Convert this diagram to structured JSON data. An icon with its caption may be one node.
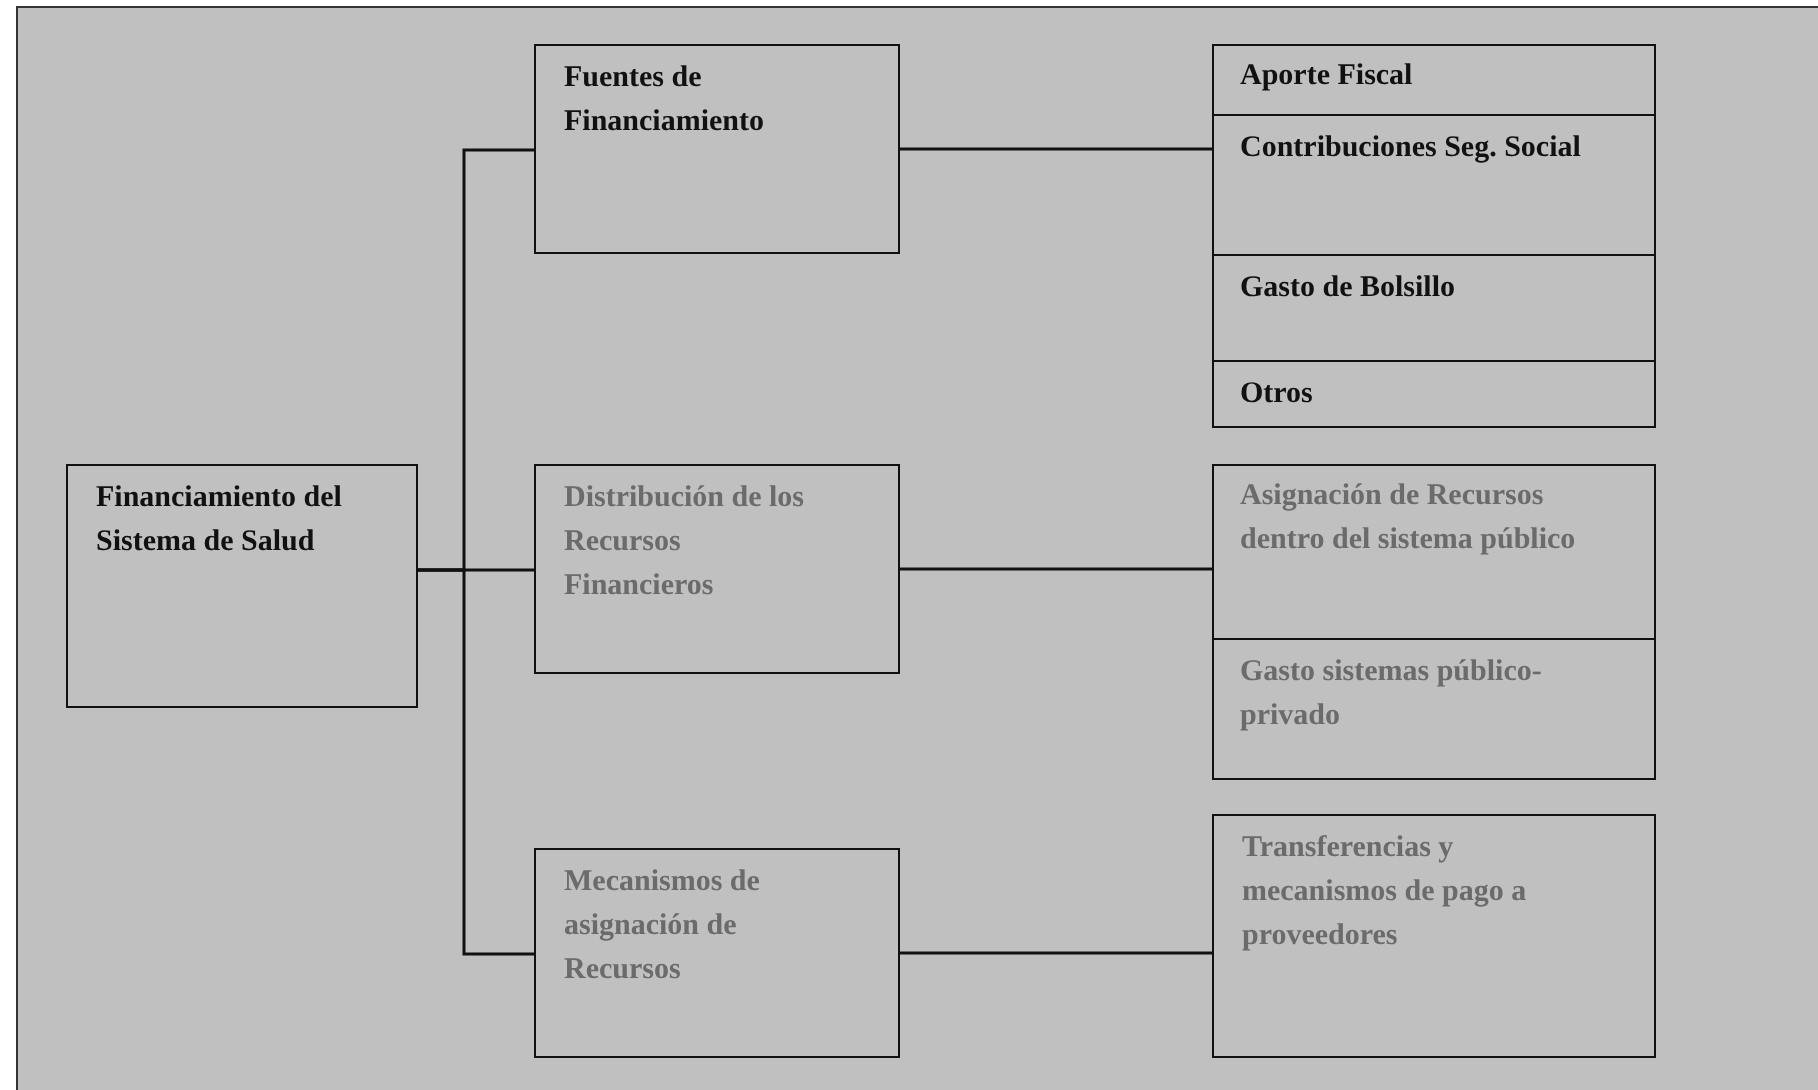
{
  "diagram": {
    "nodes": [
      {
        "text": [
          "Financiamiento del Sistema de Salud"
        ]
      },
      {
        "text": [
          "Fuentes de Financiamiento"
        ]
      },
      {
        "text": [
          "Distribución de los Recursos Financieros"
        ]
      },
      {
        "text": [
          "Mecanismos de asignación de Recursos"
        ]
      },
      {
        "text": [],
        "shape": "box"
      },
      {
        "text": [
          "Aporte Fiscal"
        ],
        "in": 4
      },
      {
        "text": [
          "Contribuciones Seg. Social"
        ],
        "in": 4
      },
      {
        "text": [
          "Gasto de Bolsillo"
        ],
        "in": 4
      },
      {
        "text": [
          "Otros"
        ],
        "in": 4
      },
      {
        "text": [],
        "shape": "box"
      },
      {
        "text": [
          "Asignación de Recursos dentro del sistema público"
        ],
        "in": 9
      },
      {
        "text": [
          "Gasto sistemas público-privado"
        ],
        "in": 9
      },
      {
        "text": [
          "Transferencias y mecanismos de pago a proveedores"
        ]
      }
    ],
    "edges": [
      {
        "from": 0,
        "to": 1,
        "arrow": "none"
      },
      {
        "from": 0,
        "to": 2,
        "arrow": "none"
      },
      {
        "from": 0,
        "to": 3,
        "arrow": "none"
      },
      {
        "from": 1,
        "to": 4,
        "arrow": "none"
      },
      {
        "from": 2,
        "to": 9,
        "arrow": "none"
      },
      {
        "from": 3,
        "to": 12,
        "arrow": "none"
      }
    ]
  }
}
